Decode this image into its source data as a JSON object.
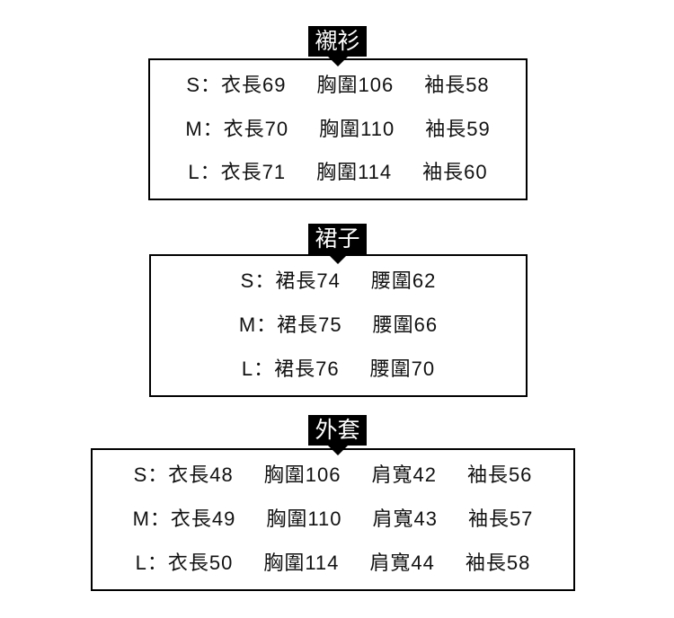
{
  "page": {
    "background_color": "#ffffff",
    "text_color": "#111111"
  },
  "colors": {
    "tab_background": "#000000",
    "tab_text": "#ffffff",
    "box_border": "#000000"
  },
  "sections": [
    {
      "label": "襯衫",
      "rows": [
        {
          "parts": [
            "S：衣長69",
            "胸圍106",
            "袖長58"
          ]
        },
        {
          "parts": [
            "M：衣長70",
            "胸圍110",
            "袖長59"
          ]
        },
        {
          "parts": [
            "L：衣長71",
            "胸圍114",
            "袖長60"
          ]
        }
      ]
    },
    {
      "label": "裙子",
      "rows": [
        {
          "parts": [
            "S：裙長74",
            "腰圍62"
          ]
        },
        {
          "parts": [
            "M：裙長75",
            "腰圍66"
          ]
        },
        {
          "parts": [
            "L：裙長76",
            "腰圍70"
          ]
        }
      ]
    },
    {
      "label": "外套",
      "rows": [
        {
          "parts": [
            "S：衣長48",
            "胸圍106",
            "肩寬42",
            "袖長56"
          ]
        },
        {
          "parts": [
            "M：衣長49",
            "胸圍110",
            "肩寬43",
            "袖長57"
          ]
        },
        {
          "parts": [
            "L：衣長50",
            "胸圍114",
            "肩寬44",
            "袖長58"
          ]
        }
      ]
    }
  ]
}
